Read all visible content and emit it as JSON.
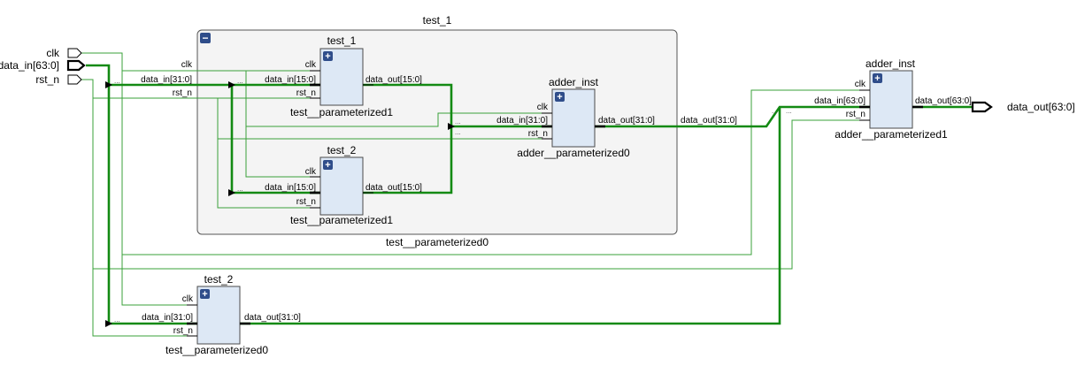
{
  "ports": {
    "clk": "clk",
    "data_in": "data_in[63:0]",
    "rst_n": "rst_n",
    "data_out": "data_out[63:0]"
  },
  "pins": {
    "clk": "clk",
    "rst_n": "rst_n",
    "dots": "..."
  },
  "hier_test_1": {
    "title": "test_1",
    "subtitle": "test__parameterized0",
    "collapse_glyph": "−",
    "pin_data_in": "data_in[31:0]"
  },
  "cells": {
    "inner_test_1": {
      "title": "test_1",
      "subtitle": "test__parameterized1",
      "pin_in": "data_in[15:0]",
      "pin_out": "data_out[15:0]"
    },
    "inner_test_2": {
      "title": "test_2",
      "subtitle": "test__parameterized1",
      "pin_in": "data_in[15:0]",
      "pin_out": "data_out[15:0]"
    },
    "inner_adder": {
      "title": "adder_inst",
      "subtitle": "adder__parameterized0",
      "pin_in": "data_in[31:0]",
      "pin_out": "data_out[31:0]"
    },
    "top_adder": {
      "title": "adder_inst",
      "subtitle": "adder__parameterized1",
      "pin_in": "data_in[63:0]",
      "pin_out": "data_out[63:0]"
    },
    "top_test_2": {
      "title": "test_2",
      "subtitle": "test__parameterized0",
      "pin_in": "data_in[31:0]",
      "pin_out": "data_out[31:0]"
    }
  },
  "net_labels": {
    "hier_out": "data_out[31:0]"
  },
  "expand_glyph": "+"
}
